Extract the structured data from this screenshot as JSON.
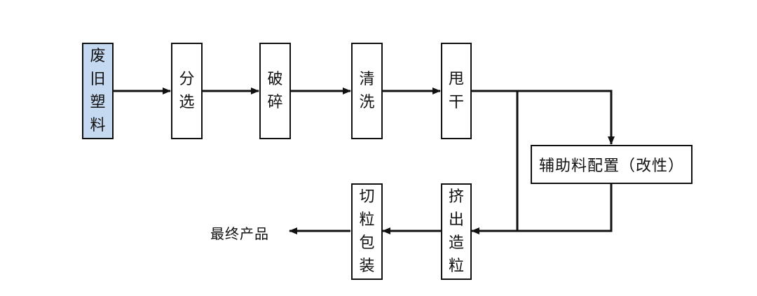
{
  "diagram": {
    "nodes": {
      "waste_plastic": "废旧塑料",
      "sorting": "分选",
      "crushing": "破碎",
      "washing": "清洗",
      "spin_drying": "甩干",
      "auxiliary": "辅助料配置（改性）",
      "extrusion": "挤出造粒",
      "cutting_packing": "切粒包装",
      "final_product": "最终产品"
    },
    "colors": {
      "highlight_fill": "#c5d9f1",
      "stroke": "#111111"
    }
  }
}
